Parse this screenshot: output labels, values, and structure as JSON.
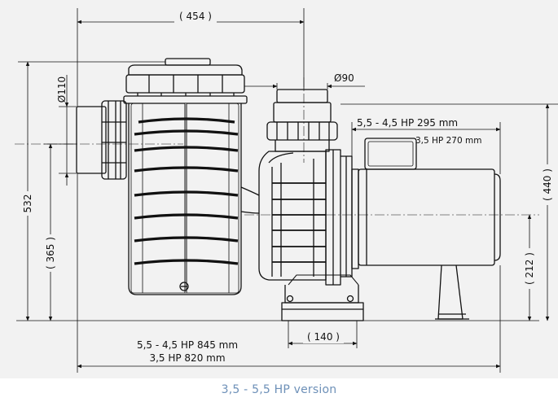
{
  "colors": {
    "background": "#f2f2f2",
    "line": "#111111",
    "caption": "#6d90b8"
  },
  "dimensions": {
    "overall_width": "( 454 )",
    "inlet_diameter": "Ø110",
    "outlet_diameter": "Ø90",
    "total_height": "532",
    "inlet_height": "( 365 )",
    "motor_length_high": "5,5 - 4,5 HP 295 mm",
    "motor_length_low": "3,5 HP 270 mm",
    "motor_height": "( 440 )",
    "shaft_height": "( 212 )",
    "foot_width": "( 140 )",
    "total_length_high": "5,5 - 4,5 HP 845 mm",
    "total_length_low": "3,5 HP 820 mm"
  },
  "caption": "3,5 - 5,5 HP version"
}
